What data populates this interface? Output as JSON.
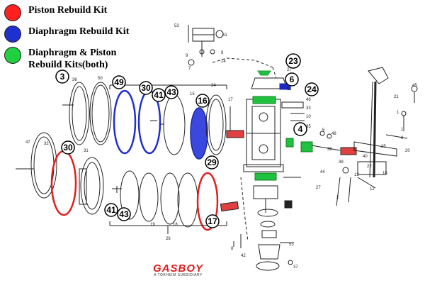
{
  "legend": {
    "piston": {
      "label": "Piston Rebuild Kit",
      "color": "#ff2020"
    },
    "diaphragm": {
      "label": "Diaphragm Rebuild Kit",
      "color": "#2030d0"
    },
    "both": {
      "label": "Diaphragm & Piston Rebuild Kits(both)",
      "color": "#20d040"
    }
  },
  "callouts": {
    "c3": "3",
    "c49": "49",
    "c30a": "30",
    "c41a": "41",
    "c43a": "43",
    "c16": "16",
    "c23": "23",
    "c6": "6",
    "c24": "24",
    "c4": "4",
    "c30b": "30",
    "c29": "29",
    "c41b": "41",
    "c43b": "43",
    "c17": "17"
  },
  "labels": {
    "p53a": "53",
    "p51": "51",
    "p9a": "9",
    "p9b": "9",
    "p14": "14",
    "p7": "7",
    "p36": "36",
    "p50": "50",
    "p15": "15",
    "p34": "34",
    "p17": "17",
    "p27a": "27",
    "p11": "11",
    "p46": "46",
    "p33": "33",
    "p10a": "10",
    "p35": "35",
    "p5": "5",
    "p48": "48",
    "p38": "38",
    "p39": "39",
    "p40": "40",
    "p21": "21",
    "p45": "45",
    "p1a": "1",
    "p1b": "1",
    "p8a": "8",
    "p25": "25",
    "p20": "20",
    "p22": "22",
    "p47": "47",
    "p32": "32",
    "p31": "31",
    "p19": "19",
    "p18": "18",
    "p26": "26",
    "p44": "44",
    "p13": "13",
    "p10b": "10",
    "p12": "12",
    "p2": "2",
    "p27b": "27",
    "p53b": "53",
    "p8b": "8",
    "p42": "42",
    "p37": "37"
  },
  "logo": {
    "name": "GASBOY",
    "subtitle": "A TOKHEIM SUBSIDIARY"
  }
}
